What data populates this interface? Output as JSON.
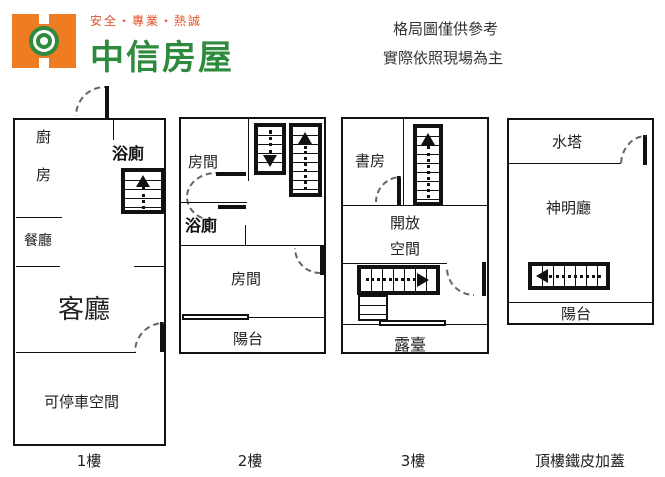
{
  "logo": {
    "slogan": "安全・專業・熱誠",
    "brand": "中信房屋",
    "colors": {
      "brand_green": "#2e8b3d",
      "brand_orange": "#f07c22",
      "slogan_red": "#e0502a"
    }
  },
  "notes": {
    "line1": "格局圖僅供參考",
    "line2": "實際依照現場為主"
  },
  "floors": [
    {
      "caption": "1樓",
      "rooms": {
        "kitchen_1": "廚",
        "kitchen_2": "房",
        "bathroom": "浴廁",
        "dining": "餐廳",
        "living": "客廳",
        "parking": "可停車空間"
      }
    },
    {
      "caption": "2樓",
      "rooms": {
        "bedroom_top": "房間",
        "bathroom": "浴廁",
        "bedroom_main": "房間",
        "balcony": "陽台"
      }
    },
    {
      "caption": "3樓",
      "rooms": {
        "study": "書房",
        "open_space_1": "開放",
        "open_space_2": "空間",
        "terrace": "露臺"
      }
    },
    {
      "caption": "頂樓鐵皮加蓋",
      "rooms": {
        "water_tower": "水塔",
        "shrine_hall": "神明廳",
        "balcony": "陽台"
      }
    }
  ]
}
